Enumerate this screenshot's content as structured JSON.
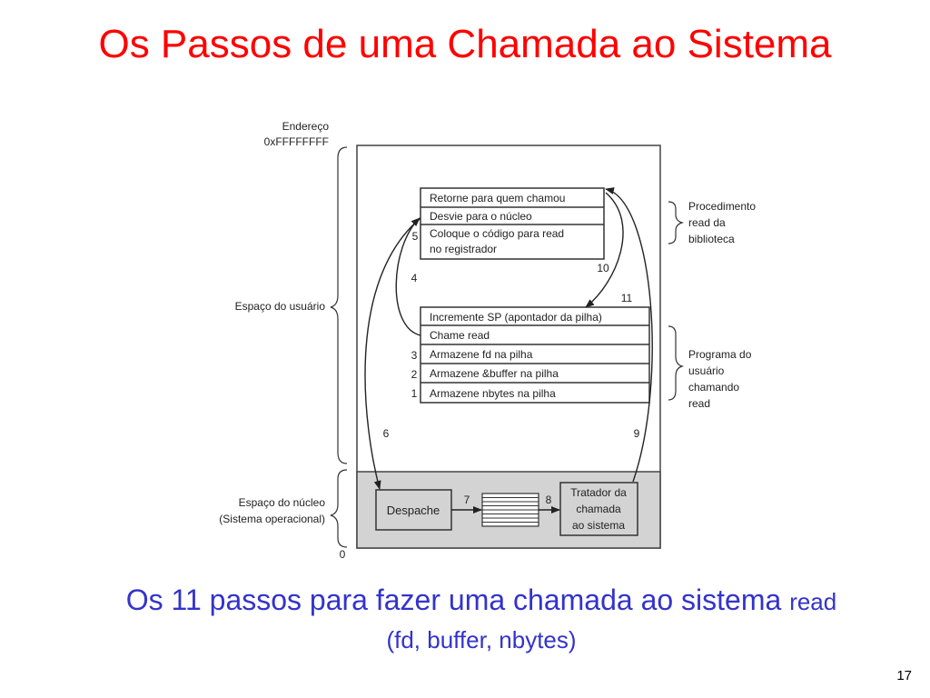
{
  "slide": {
    "title": "Os Passos de uma Chamada ao Sistema",
    "caption_main": "Os 11 passos para fazer uma chamada ao sistema",
    "caption_code": "read (fd, buffer, nbytes)",
    "page_number": "17"
  },
  "diagram": {
    "address_label": "Endereço",
    "address_value": "0xFFFFFFFF",
    "address_zero": "0",
    "user_space": "Espaço do usuário",
    "kernel_space_1": "Espaço do núcleo",
    "kernel_space_2": "(Sistema operacional)",
    "library_box": [
      "Retorne para quem chamou",
      "Desvie para o núcleo",
      "Coloque o código para read",
      "no registrador"
    ],
    "library_label": [
      "Procedimento",
      "read da",
      "biblioteca"
    ],
    "program_box": [
      "Incremente SP (apontador da pilha)",
      "Chame read",
      "Armazene fd na pilha",
      "Armazene &buffer na pilha",
      "Armazene nbytes na pilha"
    ],
    "program_label": [
      "Programa do",
      "usuário",
      "chamando",
      "read"
    ],
    "dispatch": "Despache",
    "handler": [
      "Tratador da",
      "chamada",
      "ao sistema"
    ],
    "steps": [
      "1",
      "2",
      "3",
      "4",
      "5",
      "6",
      "7",
      "8",
      "9",
      "10",
      "11"
    ],
    "colors": {
      "kernel_fill": "#d3d3d3",
      "title": "#ff0000",
      "caption": "#3333cc"
    }
  }
}
